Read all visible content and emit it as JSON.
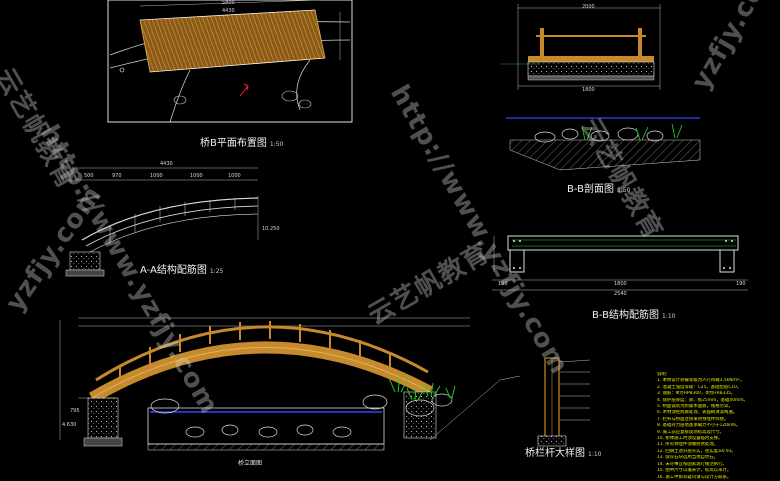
{
  "drawing": {
    "views": {
      "plan": {
        "title": "桥B平面布置图",
        "scale": "1:50"
      },
      "bb_section": {
        "title": "B-B剖面图",
        "scale": "1:50"
      },
      "aa_structure": {
        "title": "A-A结构配筋图",
        "scale": "1:25"
      },
      "bb_structure": {
        "title": "B-B结构配筋图",
        "scale": "1:10"
      },
      "railing": {
        "title": "桥栏杆大样图",
        "scale": "1:10"
      },
      "elevation": {
        "title": "桥立面图"
      }
    },
    "dims": {
      "plan_top": "5800",
      "plan_top2": "4430",
      "bb_top": "2000",
      "bb_bottom": "1800",
      "aa_total": "4430",
      "aa_seg1": "500",
      "aa_seg2": "970",
      "aa_seg3": "1000",
      "aa_seg4": "1000",
      "aa_seg5": "1000",
      "aa_height": "10.250",
      "bbs_total": "2540",
      "bbs_mid": "1800",
      "bbs_left": "190",
      "bbs_right": "190",
      "elev_h": "795",
      "elev_l": "4.630"
    },
    "notes": [
      "说明：",
      "1. 本桥设计荷载等级为人行荷载3.5kN/m²。",
      "2. 混凝土强度等级：C25，基础垫层C10。",
      "3. 钢筋：Φ为HPB300，Φ为HRB335。",
      "4. 保护层厚度：梁、板25mm，基础40mm。",
      "5. 桥面铺装为防腐木面板，规格另详。",
      "6. 木材须经防腐处理，表面刷清漆两遍。",
      "7. 栏杆与桥面连接采用预埋件焊接。",
      "8. 基础持力层地基承载力不小于120kPa。",
      "9. 施工前应复核现场标高及尺寸。",
      "10. 桥体施工时须设置临时支撑。",
      "11. 所有预埋件须做防锈处理。",
      "12. 回填土须分层夯实，密实度≥0.93。",
      "13. 驳岸石块选用当地自然石。",
      "14. 未尽事宜按国家现行规范执行。",
      "15. 图中尺寸以毫米计，标高以米计。",
      "16. 施工中如有疑问请与设计方联系。"
    ],
    "watermarks": [
      "http://www.yzfjy.com",
      "云艺帆教育",
      "yzfjy.com"
    ]
  },
  "colors": {
    "bg": "#000000",
    "line": "#d8d8d8",
    "wood": "#b07a2a",
    "green": "#22dd22",
    "cyan": "#55dddd",
    "water": "#3344ff",
    "red": "#ff2222",
    "yellow": "#e0e000"
  }
}
